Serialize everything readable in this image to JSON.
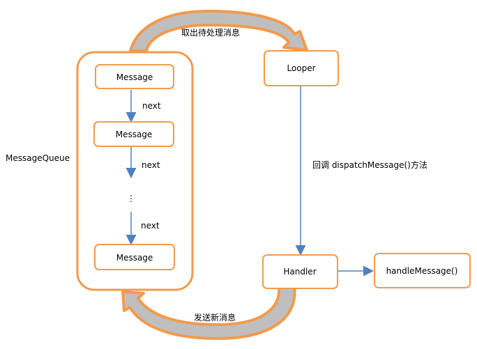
{
  "colors": {
    "box_border": "#f29a4b",
    "box_fill": "#ffffff",
    "connector": "#4f81bd",
    "curved_arrow_outline": "#f29a4b",
    "curved_arrow_fill": "#bfbfbf",
    "text": "#000000"
  },
  "nodes": {
    "message_1": "Message",
    "message_2": "Message",
    "message_3": "Message",
    "looper": "Looper",
    "handler": "Handler",
    "handle_message": "handleMessage()"
  },
  "labels": {
    "message_queue": "MessageQueue",
    "next_1": "next",
    "next_2": "next",
    "next_3": "next",
    "ellipsis": "⋮",
    "take_message": "取出待处理消息",
    "callback": "回调 dispatchMessage()方法",
    "send_message": "发送新消息"
  }
}
